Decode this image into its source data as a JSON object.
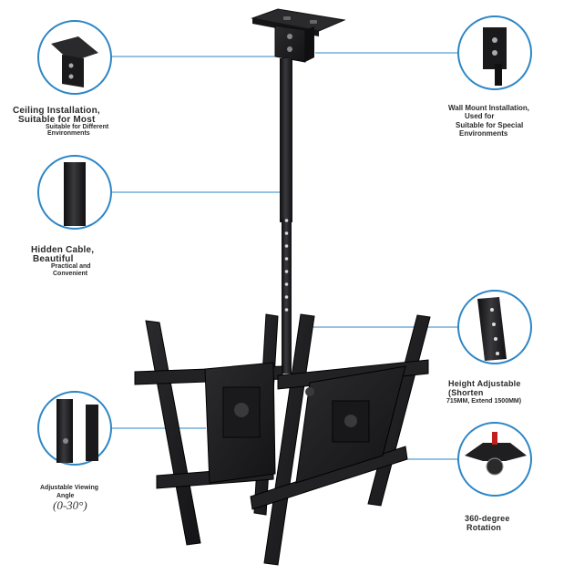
{
  "callouts": {
    "ceiling": {
      "line1": "Ceiling Installation,",
      "line2": "Suitable for Most",
      "line3": "Suitable for Different",
      "line4": "Environments"
    },
    "wall": {
      "line1": "Wall Mount Installation,",
      "line2": "Used for",
      "line3": "Suitable for Special",
      "line4": "Environments"
    },
    "cable": {
      "line1": "Hidden Cable,",
      "line2": "Beautiful",
      "line3": "Practical and",
      "line4": "Convenient"
    },
    "height": {
      "line1": "Height Adjustable",
      "line2": "(Shorten",
      "line3": "715MM, Extend 1500MM)"
    },
    "tilt": {
      "line1": "Adjustable Viewing",
      "line2": "Angle",
      "line3": "(0-30°)"
    },
    "rotation": {
      "line1": "360-degree",
      "line2": "Rotation"
    }
  },
  "colors": {
    "accent": "#2d86c6",
    "metal": "#1c1c1e",
    "text": "#2a2a2a"
  }
}
